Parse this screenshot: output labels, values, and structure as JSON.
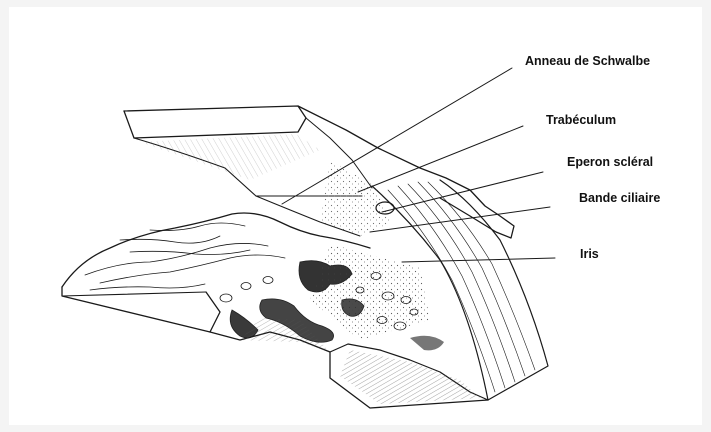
{
  "diagram": {
    "labels": {
      "schwalbe": "Anneau de Schwalbe",
      "trabeculum": "Trabéculum",
      "eperon": "Eperon scléral",
      "bande": "Bande ciliaire",
      "iris": "Iris"
    },
    "colors": {
      "ink": "#1a1a1a",
      "paper": "#ffffff",
      "shade": "#555555"
    }
  }
}
